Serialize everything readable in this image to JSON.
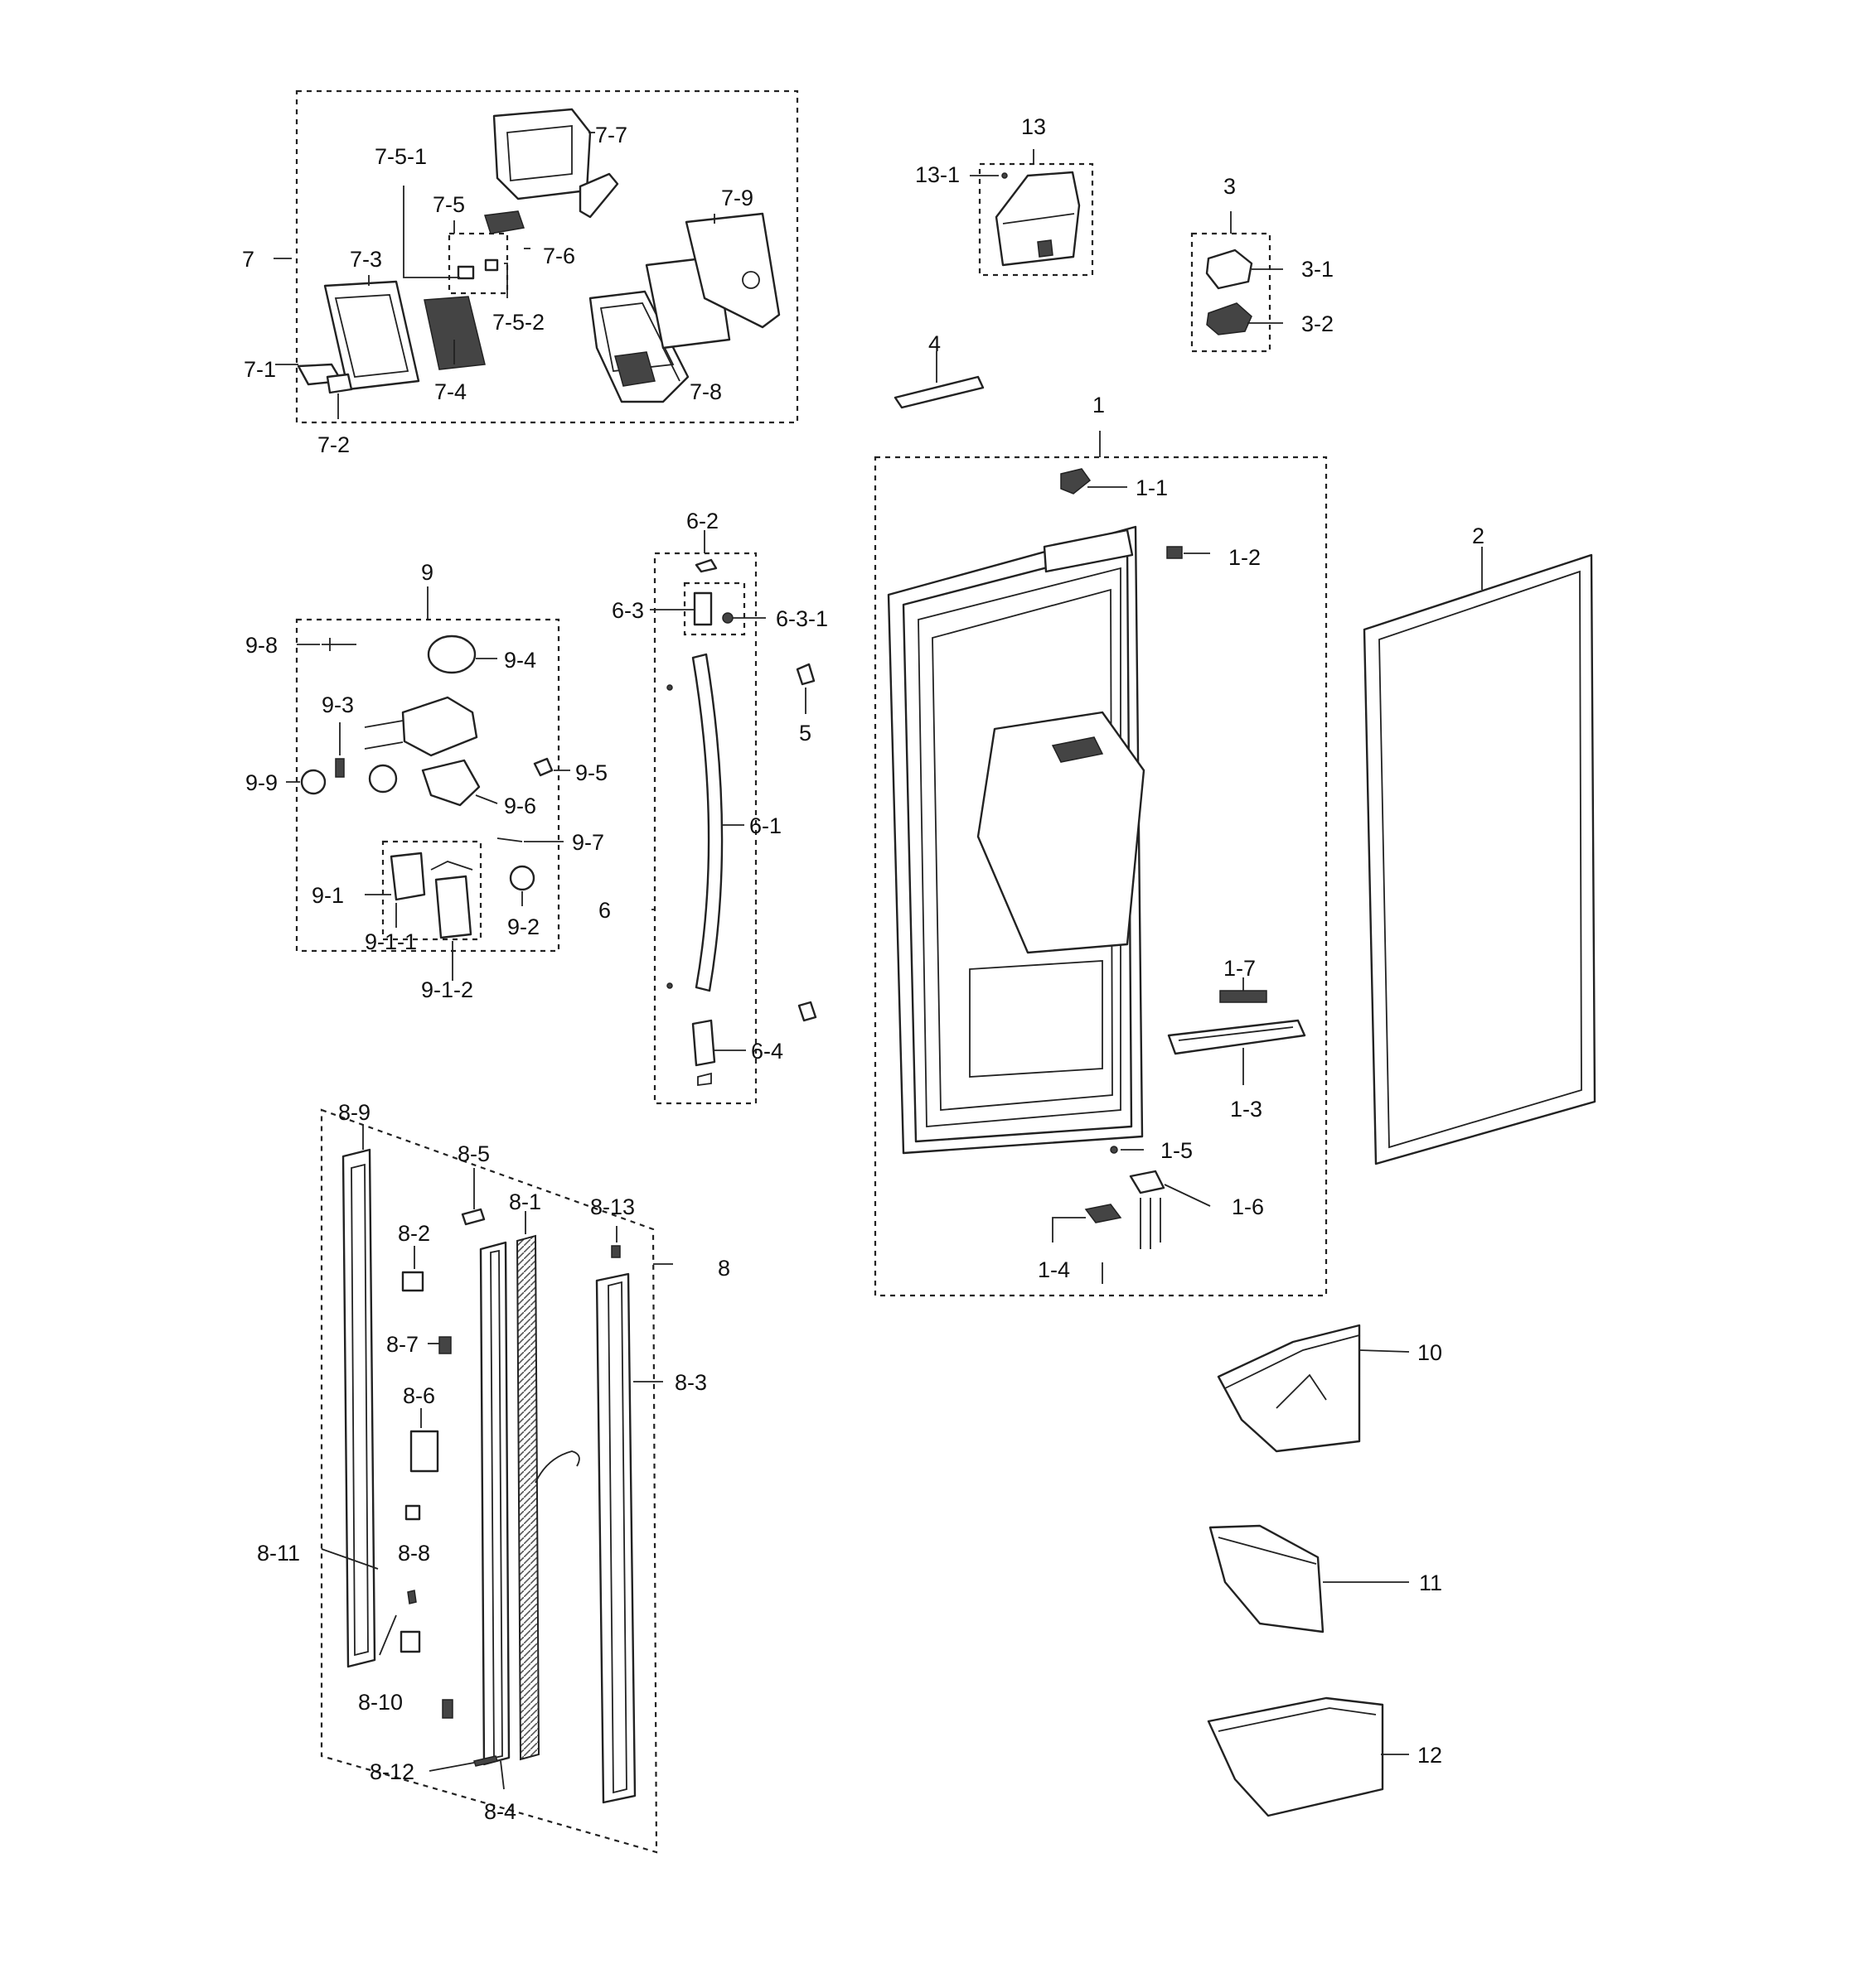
{
  "labels": {
    "l_7": "7",
    "l_7_1": "7-1",
    "l_7_2": "7-2",
    "l_7_3": "7-3",
    "l_7_4": "7-4",
    "l_7_5": "7-5",
    "l_7_5_1": "7-5-1",
    "l_7_5_2": "7-5-2",
    "l_7_6": "7-6",
    "l_7_7": "7-7",
    "l_7_8": "7-8",
    "l_7_9": "7-9",
    "l_13": "13",
    "l_13_1": "13-1",
    "l_3": "3",
    "l_3_1": "3-1",
    "l_3_2": "3-2",
    "l_4": "4",
    "l_1": "1",
    "l_1_1": "1-1",
    "l_1_2": "1-2",
    "l_1_3": "1-3",
    "l_1_4": "1-4",
    "l_1_5": "1-5",
    "l_1_6": "1-6",
    "l_1_7": "1-7",
    "l_2": "2",
    "l_9": "9",
    "l_9_1": "9-1",
    "l_9_1_1": "9-1-1",
    "l_9_1_2": "9-1-2",
    "l_9_2": "9-2",
    "l_9_3": "9-3",
    "l_9_4": "9-4",
    "l_9_5": "9-5",
    "l_9_6": "9-6",
    "l_9_7": "9-7",
    "l_9_8": "9-8",
    "l_9_9": "9-9",
    "l_6": "6",
    "l_6_1": "6-1",
    "l_6_2": "6-2",
    "l_6_3": "6-3",
    "l_6_3_1": "6-3-1",
    "l_6_4": "6-4",
    "l_5": "5",
    "l_8": "8",
    "l_8_1": "8-1",
    "l_8_2": "8-2",
    "l_8_3": "8-3",
    "l_8_4": "8-4",
    "l_8_5": "8-5",
    "l_8_6": "8-6",
    "l_8_7": "8-7",
    "l_8_8": "8-8",
    "l_8_9": "8-9",
    "l_8_10": "8-10",
    "l_8_11": "8-11",
    "l_8_12": "8-12",
    "l_8_13": "8-13",
    "l_10": "10",
    "l_11": "11",
    "l_12": "12"
  }
}
